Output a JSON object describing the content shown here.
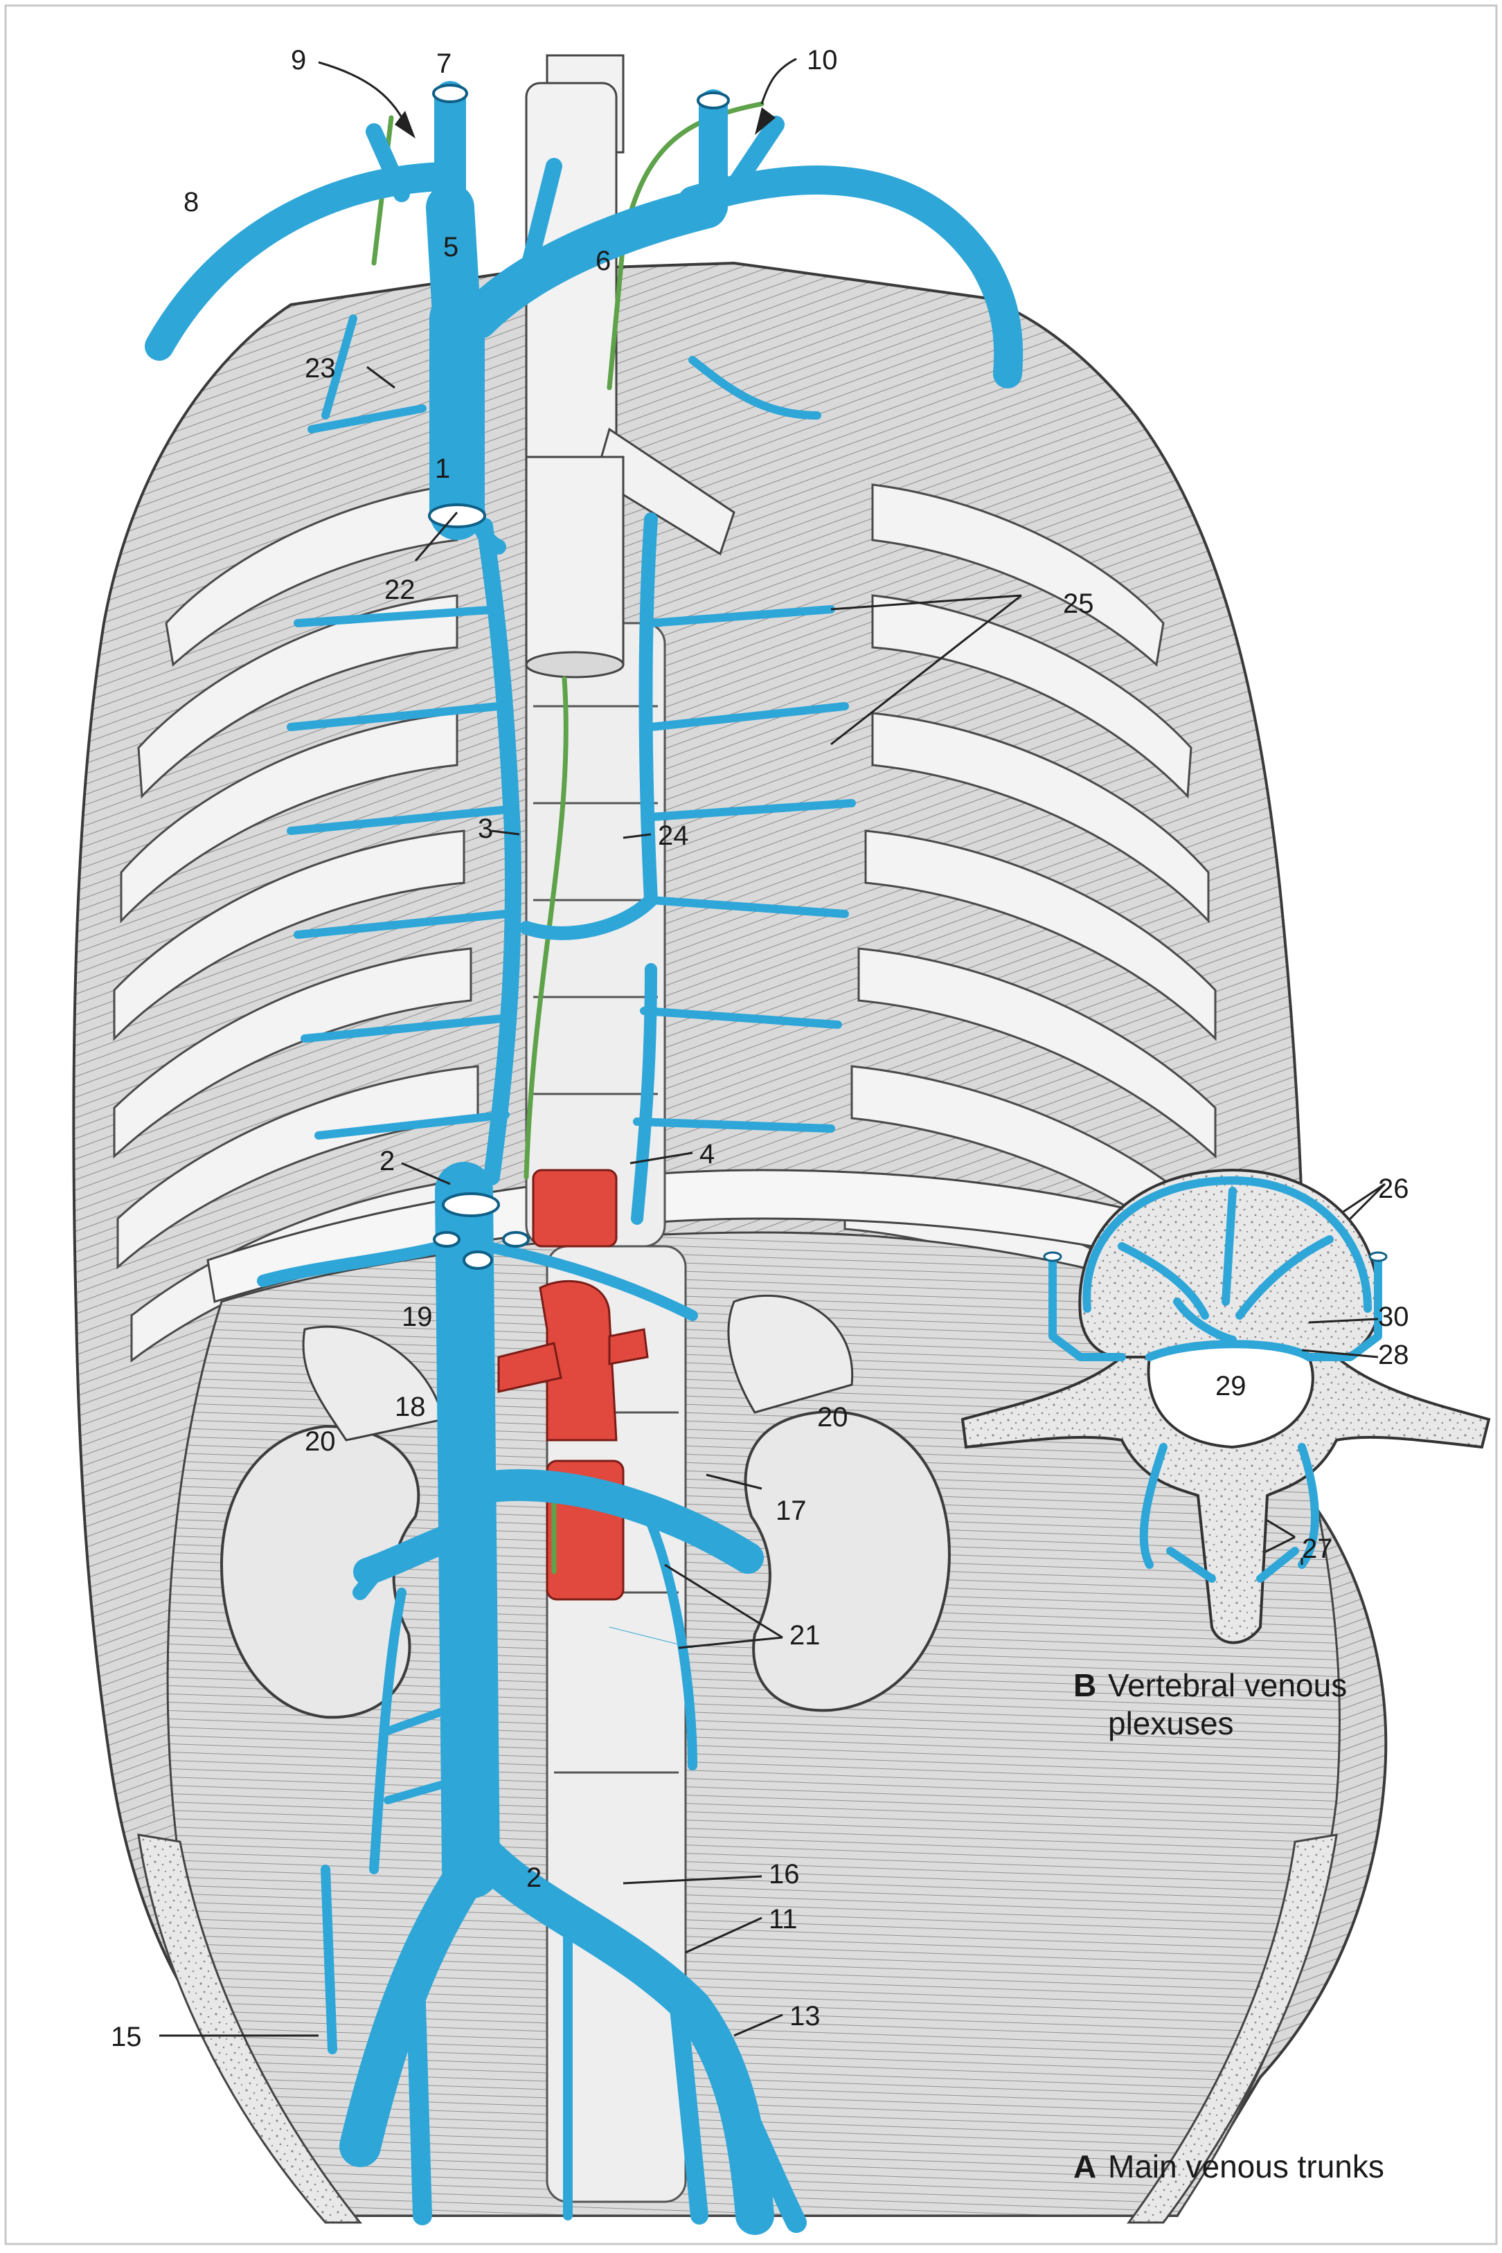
{
  "figure": {
    "caption_a": {
      "letter": "A",
      "text": "Main venous trunks"
    },
    "caption_b": {
      "letter": "B",
      "line1": "Vertebral venous",
      "line2": "plexuses"
    }
  },
  "colors": {
    "vein": "#2fa6d8",
    "vein_outline": "#0f5f86",
    "artery": "#e1483e",
    "nerve": "#5ea24a",
    "muscle": "#d7d7d7",
    "rib": "#f4f4f4",
    "bone": "#e6e6e6",
    "organ": "#e9e9e9"
  },
  "labels": {
    "l1": "1",
    "l2a": "2",
    "l2b": "2",
    "l3": "3",
    "l4": "4",
    "l5": "5",
    "l6": "6",
    "l7": "7",
    "l8": "8",
    "l9": "9",
    "l10": "10",
    "l11": "11",
    "l13": "13",
    "l15": "15",
    "l16": "16",
    "l17": "17",
    "l18": "18",
    "l19": "19",
    "l20a": "20",
    "l20b": "20",
    "l21": "21",
    "l22": "22",
    "l23": "23",
    "l24": "24",
    "l25": "25",
    "l26": "26",
    "l27": "27",
    "l28": "28",
    "l29": "29",
    "l30": "30"
  }
}
